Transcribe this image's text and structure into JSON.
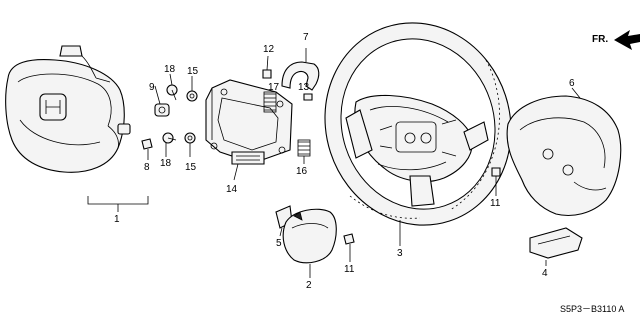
{
  "direction_marker": {
    "label": "FR."
  },
  "diagram_code": "S5P3－B3110 A",
  "callouts": {
    "c1": "1",
    "c2": "2",
    "c4": "4",
    "c5": "5",
    "c6": "6",
    "c7": "7",
    "c8": "8",
    "c9": "9",
    "c11a": "11",
    "c11b": "11",
    "c12": "12",
    "c13": "13",
    "c14": "14",
    "c15a": "15",
    "c15b": "15",
    "c16": "16",
    "c17": "17",
    "c18a": "18",
    "c18b": "18",
    "c3": "3"
  }
}
